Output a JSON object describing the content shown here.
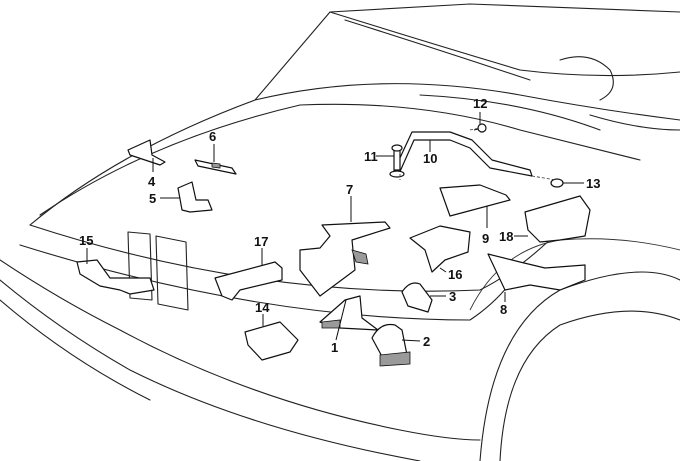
{
  "diagram": {
    "subject": "Car front body mounting brackets — exploded parts view",
    "callouts": [
      {
        "id": "1",
        "label": "1",
        "part": "bracket"
      },
      {
        "id": "2",
        "label": "2",
        "part": "mount"
      },
      {
        "id": "3",
        "label": "3",
        "part": "clip"
      },
      {
        "id": "4",
        "label": "4",
        "part": "bracket"
      },
      {
        "id": "5",
        "label": "5",
        "part": "clip"
      },
      {
        "id": "6",
        "label": "6",
        "part": "bracket"
      },
      {
        "id": "7",
        "label": "7",
        "part": "bracket"
      },
      {
        "id": "8",
        "label": "8",
        "part": "bracket"
      },
      {
        "id": "9",
        "label": "9",
        "part": "bracket"
      },
      {
        "id": "10",
        "label": "10",
        "part": "strut"
      },
      {
        "id": "11",
        "label": "11",
        "part": "bolt"
      },
      {
        "id": "12",
        "label": "12",
        "part": "screw"
      },
      {
        "id": "13",
        "label": "13",
        "part": "nut"
      },
      {
        "id": "14",
        "label": "14",
        "part": "bracket"
      },
      {
        "id": "15",
        "label": "15",
        "part": "bracket"
      },
      {
        "id": "16",
        "label": "16",
        "part": "bracket"
      },
      {
        "id": "17",
        "label": "17",
        "part": "bracket"
      },
      {
        "id": "18",
        "label": "18",
        "part": "bracket"
      }
    ]
  }
}
